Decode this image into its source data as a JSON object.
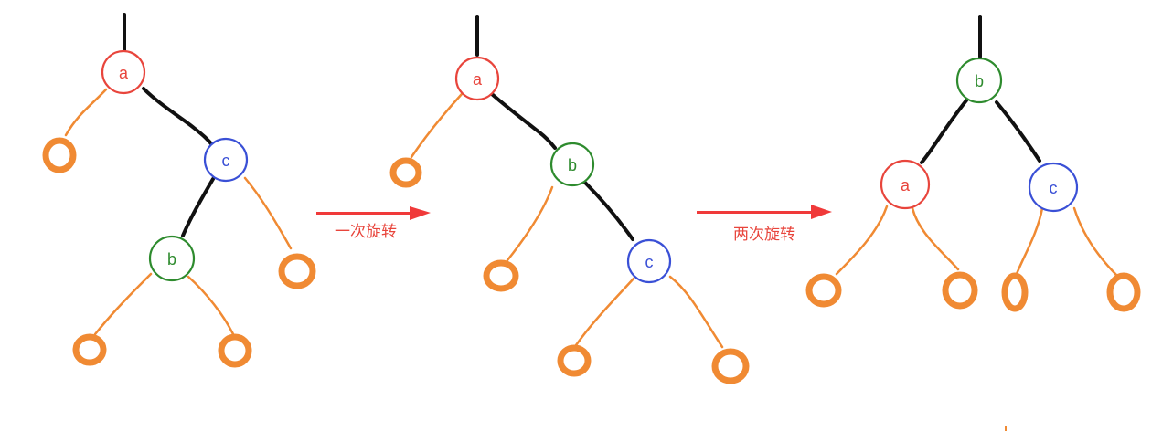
{
  "colors": {
    "node_a": "#e8453c",
    "node_b": "#2e8b2e",
    "node_c": "#3a50d6",
    "leaf": "#f08a33",
    "edge": "#111111",
    "arrow": "#f03a3a"
  },
  "trees": [
    {
      "nodes": [
        {
          "id": "a",
          "label": "a",
          "color_key": "node_a"
        },
        {
          "id": "c",
          "label": "c",
          "color_key": "node_c"
        },
        {
          "id": "b",
          "label": "b",
          "color_key": "node_b"
        }
      ]
    },
    {
      "nodes": [
        {
          "id": "a",
          "label": "a",
          "color_key": "node_a"
        },
        {
          "id": "b",
          "label": "b",
          "color_key": "node_b"
        },
        {
          "id": "c",
          "label": "c",
          "color_key": "node_c"
        }
      ]
    },
    {
      "nodes": [
        {
          "id": "b",
          "label": "b",
          "color_key": "node_b"
        },
        {
          "id": "a",
          "label": "a",
          "color_key": "node_a"
        },
        {
          "id": "c",
          "label": "c",
          "color_key": "node_c"
        }
      ]
    }
  ],
  "arrows": [
    {
      "label": "一次旋转"
    },
    {
      "label": "两次旋转"
    }
  ]
}
